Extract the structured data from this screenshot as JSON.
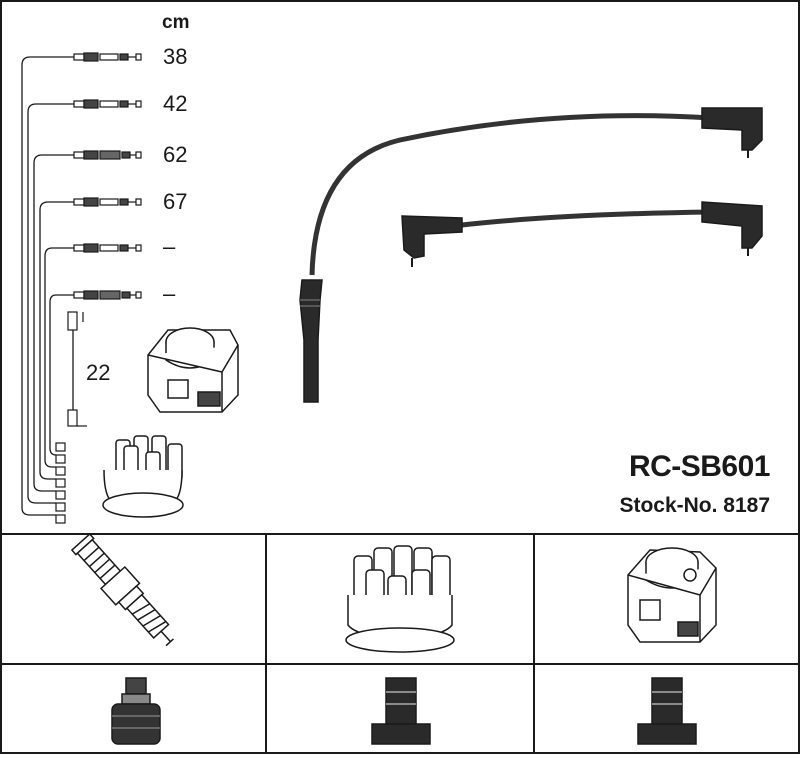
{
  "unit_label": "cm",
  "lengths": [
    "38",
    "42",
    "62",
    "67",
    "–",
    "–"
  ],
  "coil_lead_length": "22",
  "part_code": "RC-SB601",
  "stock_number": "Stock-No. 8187",
  "colors": {
    "line": "#1a1a1a",
    "cable": "#333333",
    "boot": "#2a2a2a",
    "background": "#ffffff"
  }
}
